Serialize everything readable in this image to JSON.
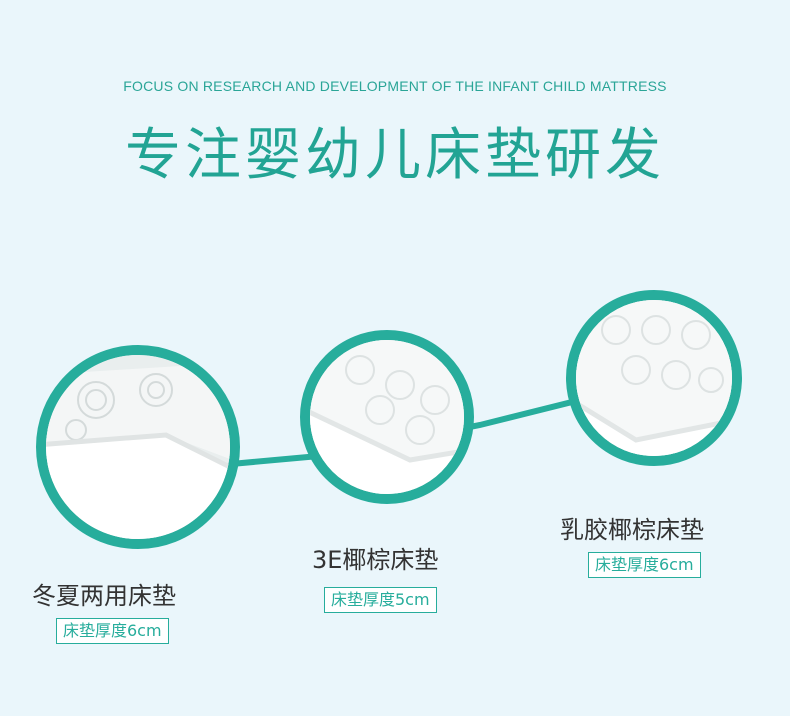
{
  "header": {
    "subtitle": "FOCUS ON RESEARCH AND DEVELOPMENT OF THE INFANT CHILD MATTRESS",
    "title": "专注婴幼儿床垫研发"
  },
  "products": [
    {
      "name": "冬夏两用床垫",
      "thickness": "床垫厚度6cm"
    },
    {
      "name": "3E椰棕床垫",
      "thickness": "床垫厚度5cm"
    },
    {
      "name": "乳胶椰棕床垫",
      "thickness": "床垫厚度6cm"
    }
  ],
  "colors": {
    "accent": "#27ad9c",
    "background": "#eaf6fb"
  }
}
